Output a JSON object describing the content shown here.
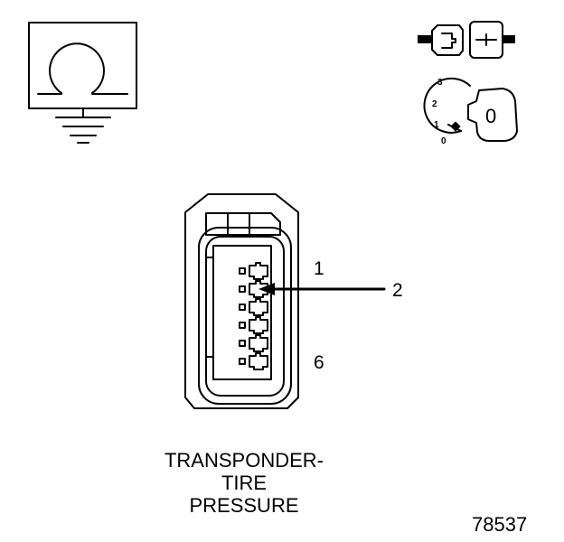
{
  "ohm_symbol": {
    "icon": "ohm-meter-icon",
    "glyph": "Ω"
  },
  "connector_icon": {
    "icon": "connector-icon"
  },
  "ignition_key": {
    "icon": "ignition-key-icon",
    "key_label": "0",
    "positions": [
      "3",
      "2",
      "1",
      "0"
    ]
  },
  "connector": {
    "pin_first": "1",
    "pin_last": "6",
    "pin_callout": "2",
    "pin_count": 6
  },
  "caption": [
    "TRANSPONDER-",
    "TIRE",
    "PRESSURE"
  ],
  "figure_number": "78537"
}
